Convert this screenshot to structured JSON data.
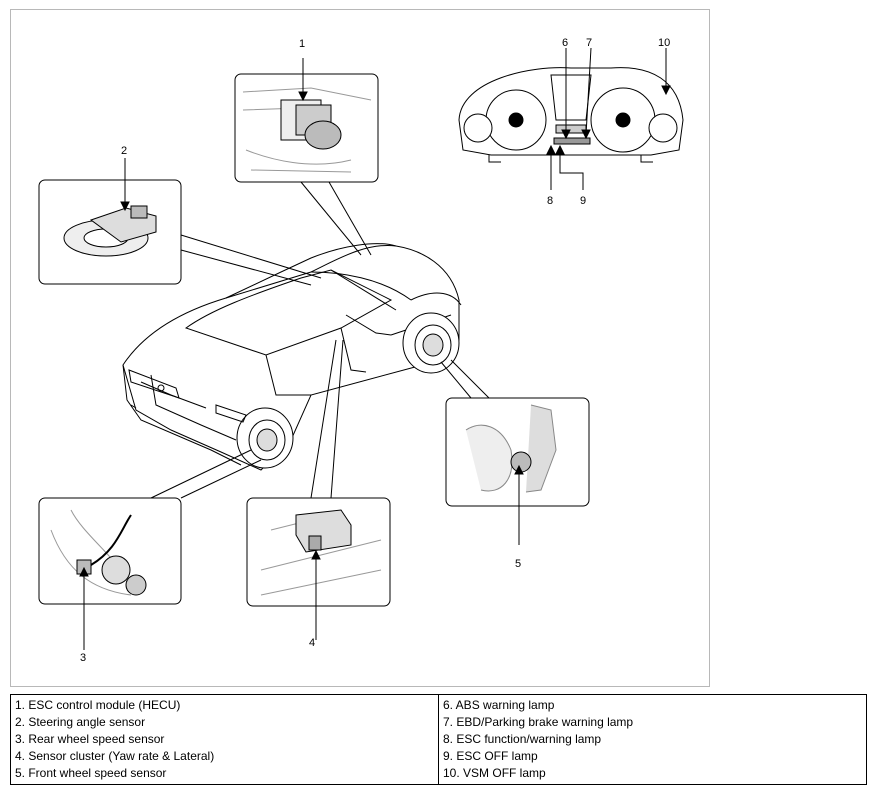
{
  "callouts": {
    "n1": "1",
    "n2": "2",
    "n3": "3",
    "n4": "4",
    "n5": "5",
    "n6": "6",
    "n7": "7",
    "n8": "8",
    "n9": "9",
    "n10": "10"
  },
  "legend": {
    "left": [
      "1. ESC control module (HECU)",
      "2. Steering angle sensor",
      "3. Rear wheel speed sensor",
      "4. Sensor cluster (Yaw rate & Lateral)",
      "5. Front wheel speed sensor"
    ],
    "right": [
      "6. ABS warning lamp",
      "7. EBD/Parking brake warning lamp",
      "8. ESC function/warning lamp",
      "9. ESC OFF lamp",
      "10. VSM OFF lamp"
    ]
  }
}
